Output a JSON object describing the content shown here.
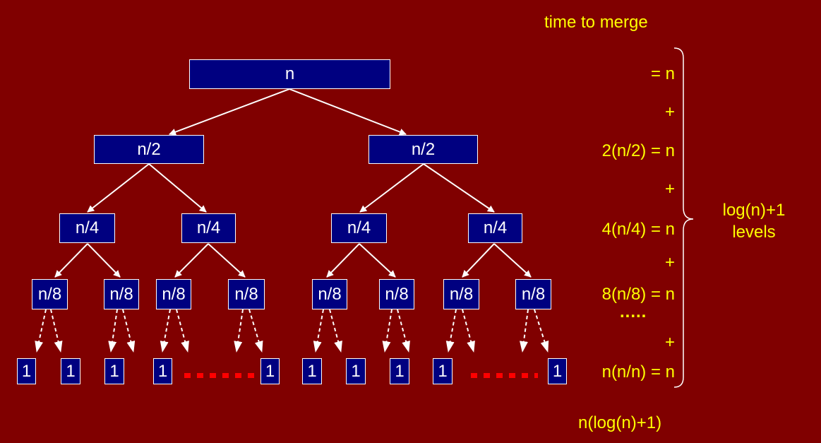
{
  "colors": {
    "background": "#800000",
    "node_fill": "#000080",
    "node_border": "#ffffff",
    "edge": "#ffffff",
    "annotation": "#ffff00",
    "ellipsis_dots": "#ff0000"
  },
  "tree": {
    "root": "n",
    "level1": [
      "n/2",
      "n/2"
    ],
    "level2": [
      "n/4",
      "n/4",
      "n/4",
      "n/4"
    ],
    "level3": [
      "n/8",
      "n/8",
      "n/8",
      "n/8",
      "n/8",
      "n/8",
      "n/8",
      "n/8"
    ],
    "leaves": [
      "1",
      "1",
      "1",
      "1",
      "1",
      "1",
      "1",
      "1",
      "1",
      "1"
    ]
  },
  "annotations": {
    "header": "time to merge",
    "rows": [
      "= n",
      "+",
      "2(n/2) = n",
      "+",
      "4(n/4) = n",
      "+",
      "8(n/8) = n",
      ".....",
      "+",
      "n(n/n) = n"
    ],
    "brace_label": [
      "log(n)+1",
      "levels"
    ],
    "total": "n(log(n)+1)"
  }
}
